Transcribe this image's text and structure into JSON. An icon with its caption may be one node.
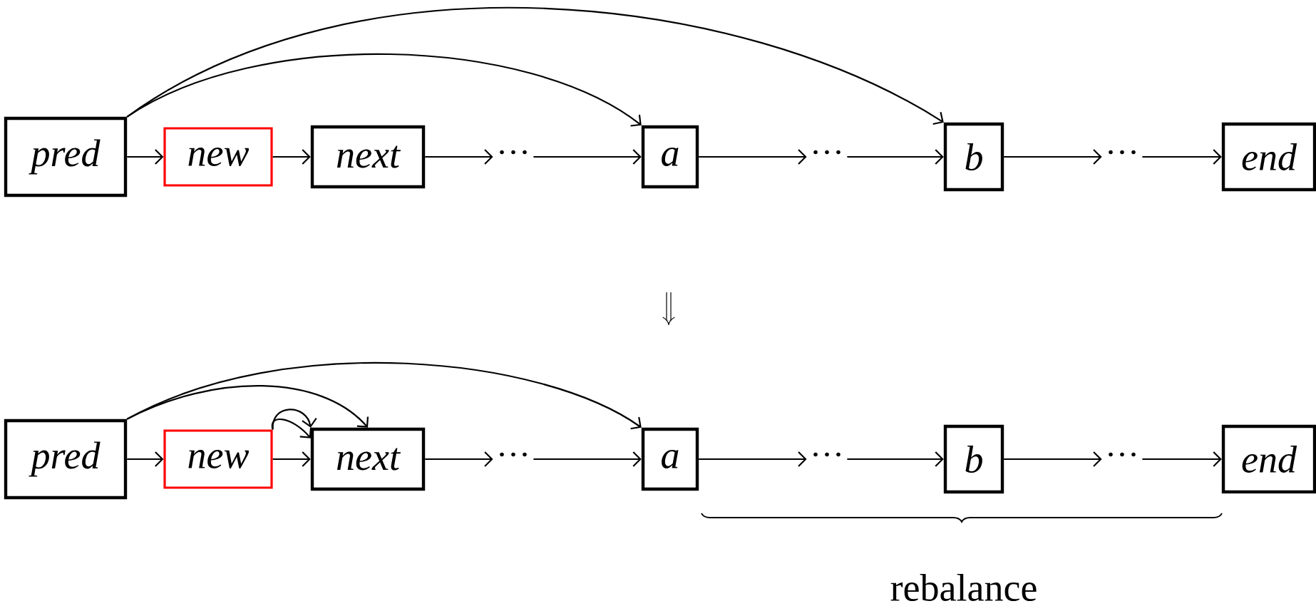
{
  "diagram": {
    "nodes": [
      {
        "text": [
          "pred"
        ]
      },
      {
        "text": [
          "new"
        ]
      },
      {
        "text": [
          "next"
        ]
      },
      {
        "text": [
          "···"
        ]
      },
      {
        "text": [
          "a"
        ]
      },
      {
        "text": [
          "···"
        ]
      },
      {
        "text": [
          "b"
        ]
      },
      {
        "text": [
          "···"
        ]
      },
      {
        "text": [
          "end"
        ]
      },
      {
        "text": [
          "pred"
        ]
      },
      {
        "text": [
          "new"
        ]
      },
      {
        "text": [
          "next"
        ]
      },
      {
        "text": [
          "···"
        ]
      },
      {
        "text": [
          "a"
        ]
      },
      {
        "text": [
          "···"
        ]
      },
      {
        "text": [
          "b"
        ]
      },
      {
        "text": [
          "···"
        ]
      },
      {
        "text": [
          "end"
        ]
      }
    ],
    "edges": [
      {
        "from": 0,
        "to": 1,
        "arrow": "to"
      },
      {
        "from": 1,
        "to": 2,
        "arrow": "to"
      },
      {
        "from": 2,
        "to": 3,
        "arrow": "to"
      },
      {
        "from": 3,
        "to": 4,
        "arrow": "to"
      },
      {
        "from": 4,
        "to": 5,
        "arrow": "to"
      },
      {
        "from": 5,
        "to": 6,
        "arrow": "to"
      },
      {
        "from": 6,
        "to": 7,
        "arrow": "to"
      },
      {
        "from": 7,
        "to": 8,
        "arrow": "to"
      },
      {
        "from": 0,
        "to": 4,
        "arrow": "to"
      },
      {
        "from": 0,
        "to": 6,
        "arrow": "to"
      },
      {
        "from": 9,
        "to": 10,
        "arrow": "to"
      },
      {
        "from": 10,
        "to": 11,
        "arrow": "to"
      },
      {
        "from": 11,
        "to": 12,
        "arrow": "to"
      },
      {
        "from": 12,
        "to": 13,
        "arrow": "to"
      },
      {
        "from": 13,
        "to": 14,
        "arrow": "to"
      },
      {
        "from": 14,
        "to": 15,
        "arrow": "to"
      },
      {
        "from": 15,
        "to": 16,
        "arrow": "to"
      },
      {
        "from": 16,
        "to": 17,
        "arrow": "to"
      },
      {
        "from": 9,
        "to": 13,
        "arrow": "to"
      },
      {
        "from": 9,
        "to": 11,
        "arrow": "to"
      },
      {
        "from": 10,
        "to": 11,
        "arrow": "to"
      },
      {
        "from": 10,
        "to": 11,
        "arrow": "to"
      }
    ],
    "labels": [
      "rebalance"
    ]
  }
}
